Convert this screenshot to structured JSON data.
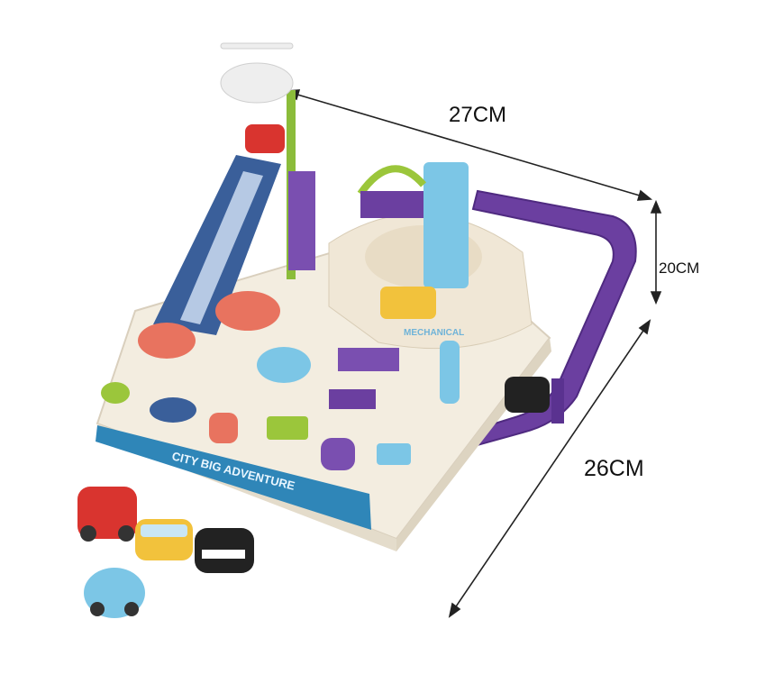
{
  "dimensions": {
    "length": "27CM",
    "height": "20CM",
    "width": "26CM"
  },
  "toy_labels": {
    "banner": "CITY BIG ADVENTURE",
    "tower": "MECHANICAL"
  },
  "colors": {
    "base": "#f3ede0",
    "track": "#6b3fa0",
    "slide": "#3a5f9a",
    "accent_green": "#9bc63b",
    "accent_coral": "#e8735f",
    "accent_blue": "#7cc6e6"
  }
}
